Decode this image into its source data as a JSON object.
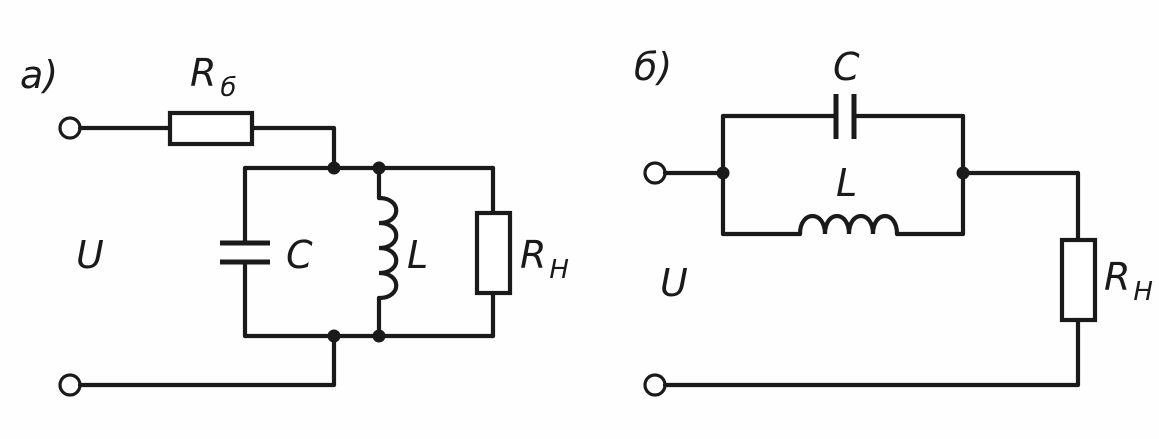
{
  "circuit_a": {
    "panel_label": "a)",
    "source_label": "U",
    "ballast_resistor": {
      "symbol": "R",
      "subscript": "б"
    },
    "capacitor_label": "C",
    "inductor_label": "L",
    "load_resistor": {
      "symbol": "R",
      "subscript": "H"
    }
  },
  "circuit_b": {
    "panel_label": "б)",
    "source_label": "U",
    "capacitor_label": "C",
    "inductor_label": "L",
    "load_resistor": {
      "symbol": "R",
      "subscript": "H"
    }
  },
  "colors": {
    "ink": "#1a1a1a",
    "paper": "#fefefe"
  }
}
